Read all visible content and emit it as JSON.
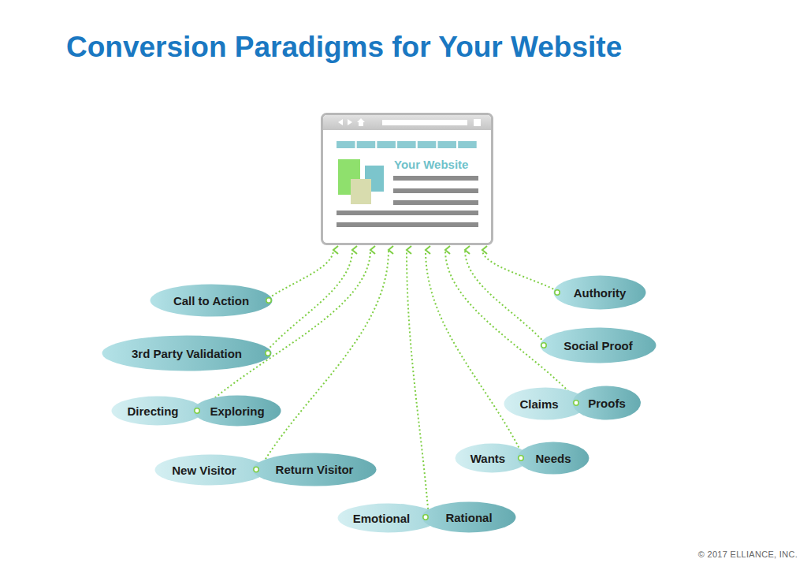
{
  "diagram": {
    "title": "Conversion Paradigms for Your Website",
    "nodes": [
      {
        "text": [
          "Your Website"
        ]
      },
      {
        "text": [
          "Call to Action"
        ]
      },
      {
        "text": [
          "Authority"
        ]
      },
      {
        "text": [
          "3rd Party Validation"
        ]
      },
      {
        "text": [
          "Social Proof"
        ]
      },
      {
        "text": [
          "Directing"
        ]
      },
      {
        "text": [
          "Exploring"
        ]
      },
      {
        "text": [
          "Claims"
        ]
      },
      {
        "text": [
          "Proofs"
        ]
      },
      {
        "text": [
          "New Visitor"
        ]
      },
      {
        "text": [
          "Return Visitor"
        ]
      },
      {
        "text": [
          "Wants"
        ]
      },
      {
        "text": [
          "Needs"
        ]
      },
      {
        "text": [
          "Emotional"
        ]
      },
      {
        "text": [
          "Rational"
        ]
      }
    ],
    "edges": [
      {
        "from": 1,
        "to": 0,
        "arrow": "to"
      },
      {
        "from": 2,
        "to": 0,
        "arrow": "to"
      },
      {
        "from": 3,
        "to": 0,
        "arrow": "to"
      },
      {
        "from": 4,
        "to": 0,
        "arrow": "to"
      },
      {
        "from": 6,
        "to": 0,
        "arrow": "to"
      },
      {
        "from": 8,
        "to": 0,
        "arrow": "to"
      },
      {
        "from": 10,
        "to": 0,
        "arrow": "to"
      },
      {
        "from": 12,
        "to": 0,
        "arrow": "to"
      },
      {
        "from": 14,
        "to": 0,
        "arrow": "to"
      }
    ],
    "labels": [
      "© 2017 ELLIANCE, INC."
    ]
  }
}
